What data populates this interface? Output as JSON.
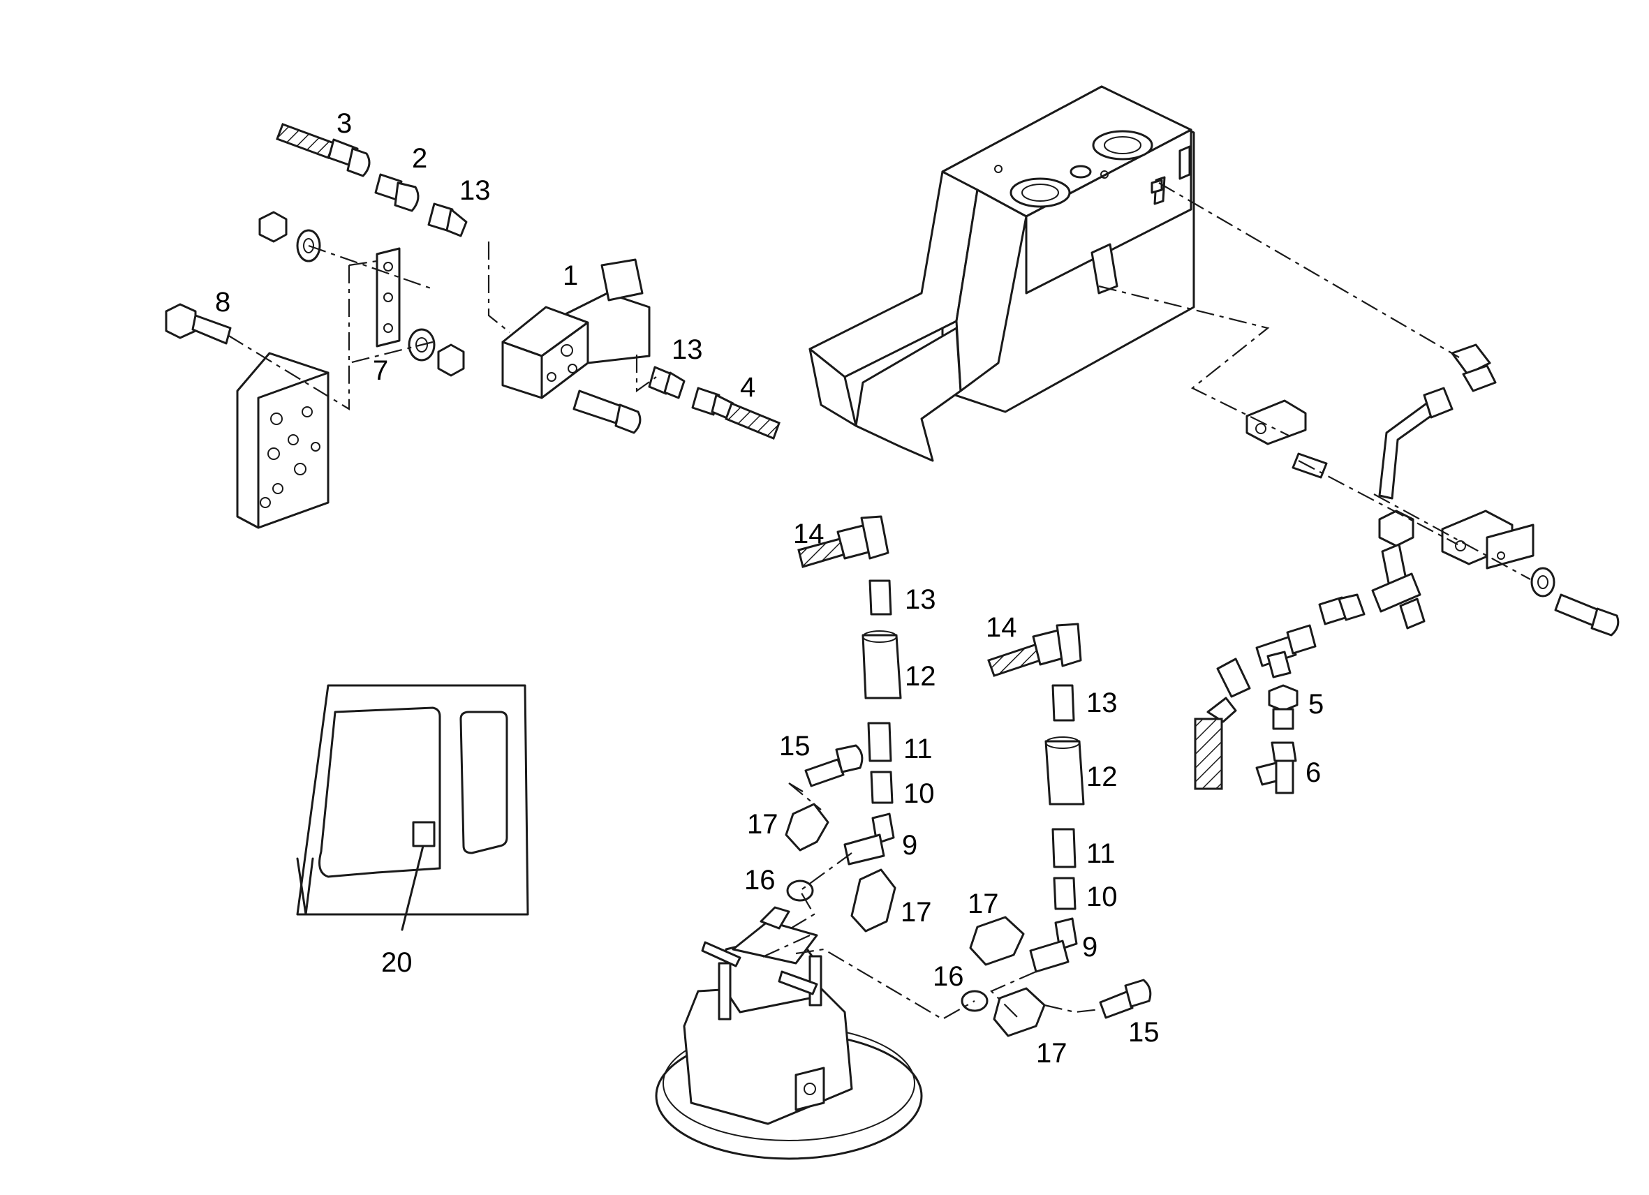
{
  "diagram": {
    "callouts": [
      {
        "id": "c1",
        "text": "1"
      },
      {
        "id": "c2",
        "text": "2"
      },
      {
        "id": "c3",
        "text": "3"
      },
      {
        "id": "c13a",
        "text": "13"
      },
      {
        "id": "c8",
        "text": "8"
      },
      {
        "id": "c7",
        "text": "7"
      },
      {
        "id": "c13b",
        "text": "13"
      },
      {
        "id": "c4",
        "text": "4"
      },
      {
        "id": "c14a",
        "text": "14"
      },
      {
        "id": "c13c",
        "text": "13"
      },
      {
        "id": "c12a",
        "text": "12"
      },
      {
        "id": "c15a",
        "text": "15"
      },
      {
        "id": "c11a",
        "text": "11"
      },
      {
        "id": "c10a",
        "text": "10"
      },
      {
        "id": "c17a",
        "text": "17"
      },
      {
        "id": "c9a",
        "text": "9"
      },
      {
        "id": "c16a",
        "text": "16"
      },
      {
        "id": "c17b",
        "text": "17"
      },
      {
        "id": "c14b",
        "text": "14"
      },
      {
        "id": "c13d",
        "text": "13"
      },
      {
        "id": "c12b",
        "text": "12"
      },
      {
        "id": "c11b",
        "text": "11"
      },
      {
        "id": "c10b",
        "text": "10"
      },
      {
        "id": "c17c",
        "text": "17"
      },
      {
        "id": "c9b",
        "text": "9"
      },
      {
        "id": "c16b",
        "text": "16"
      },
      {
        "id": "c17d",
        "text": "17"
      },
      {
        "id": "c15b",
        "text": "15"
      },
      {
        "id": "c5",
        "text": "5"
      },
      {
        "id": "c6",
        "text": "6"
      },
      {
        "id": "c20",
        "text": "20"
      }
    ]
  }
}
